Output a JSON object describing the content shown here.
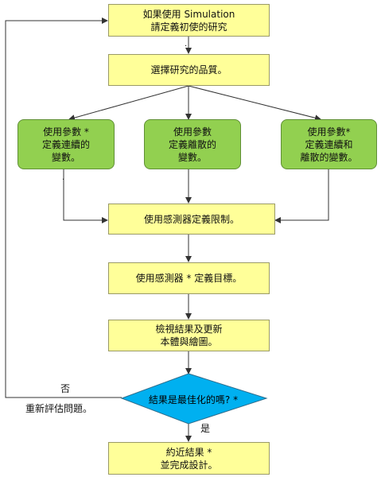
{
  "flowchart": {
    "start_box": "如果使用 Simulation\n請定義初使的研究",
    "quality_box": "選擇研究的品質。",
    "param_continuous": "使用參數 *\n定義連續的\n變數。",
    "param_discrete": "使用參數\n定義離散的\n變數。",
    "param_mixed": "使用參數*\n定義連續和\n離散的變數。",
    "constraints_box": "使用感測器定義限制。",
    "objective_box": "使用感測器 * 定義目標。",
    "review_box": "檢視結果及更新\n本體與繪圖。",
    "decision": "結果是最佳化的嗎? *",
    "no_label": "否",
    "reevaluate_label": "重新評估問題。",
    "yes_label": "是",
    "end_box": "約近結果 *\n並完成設計。"
  },
  "colors": {
    "process_fill": "#ffff99",
    "parameter_fill": "#92d050",
    "decision_fill": "#00b0f0",
    "line": "#333333"
  }
}
